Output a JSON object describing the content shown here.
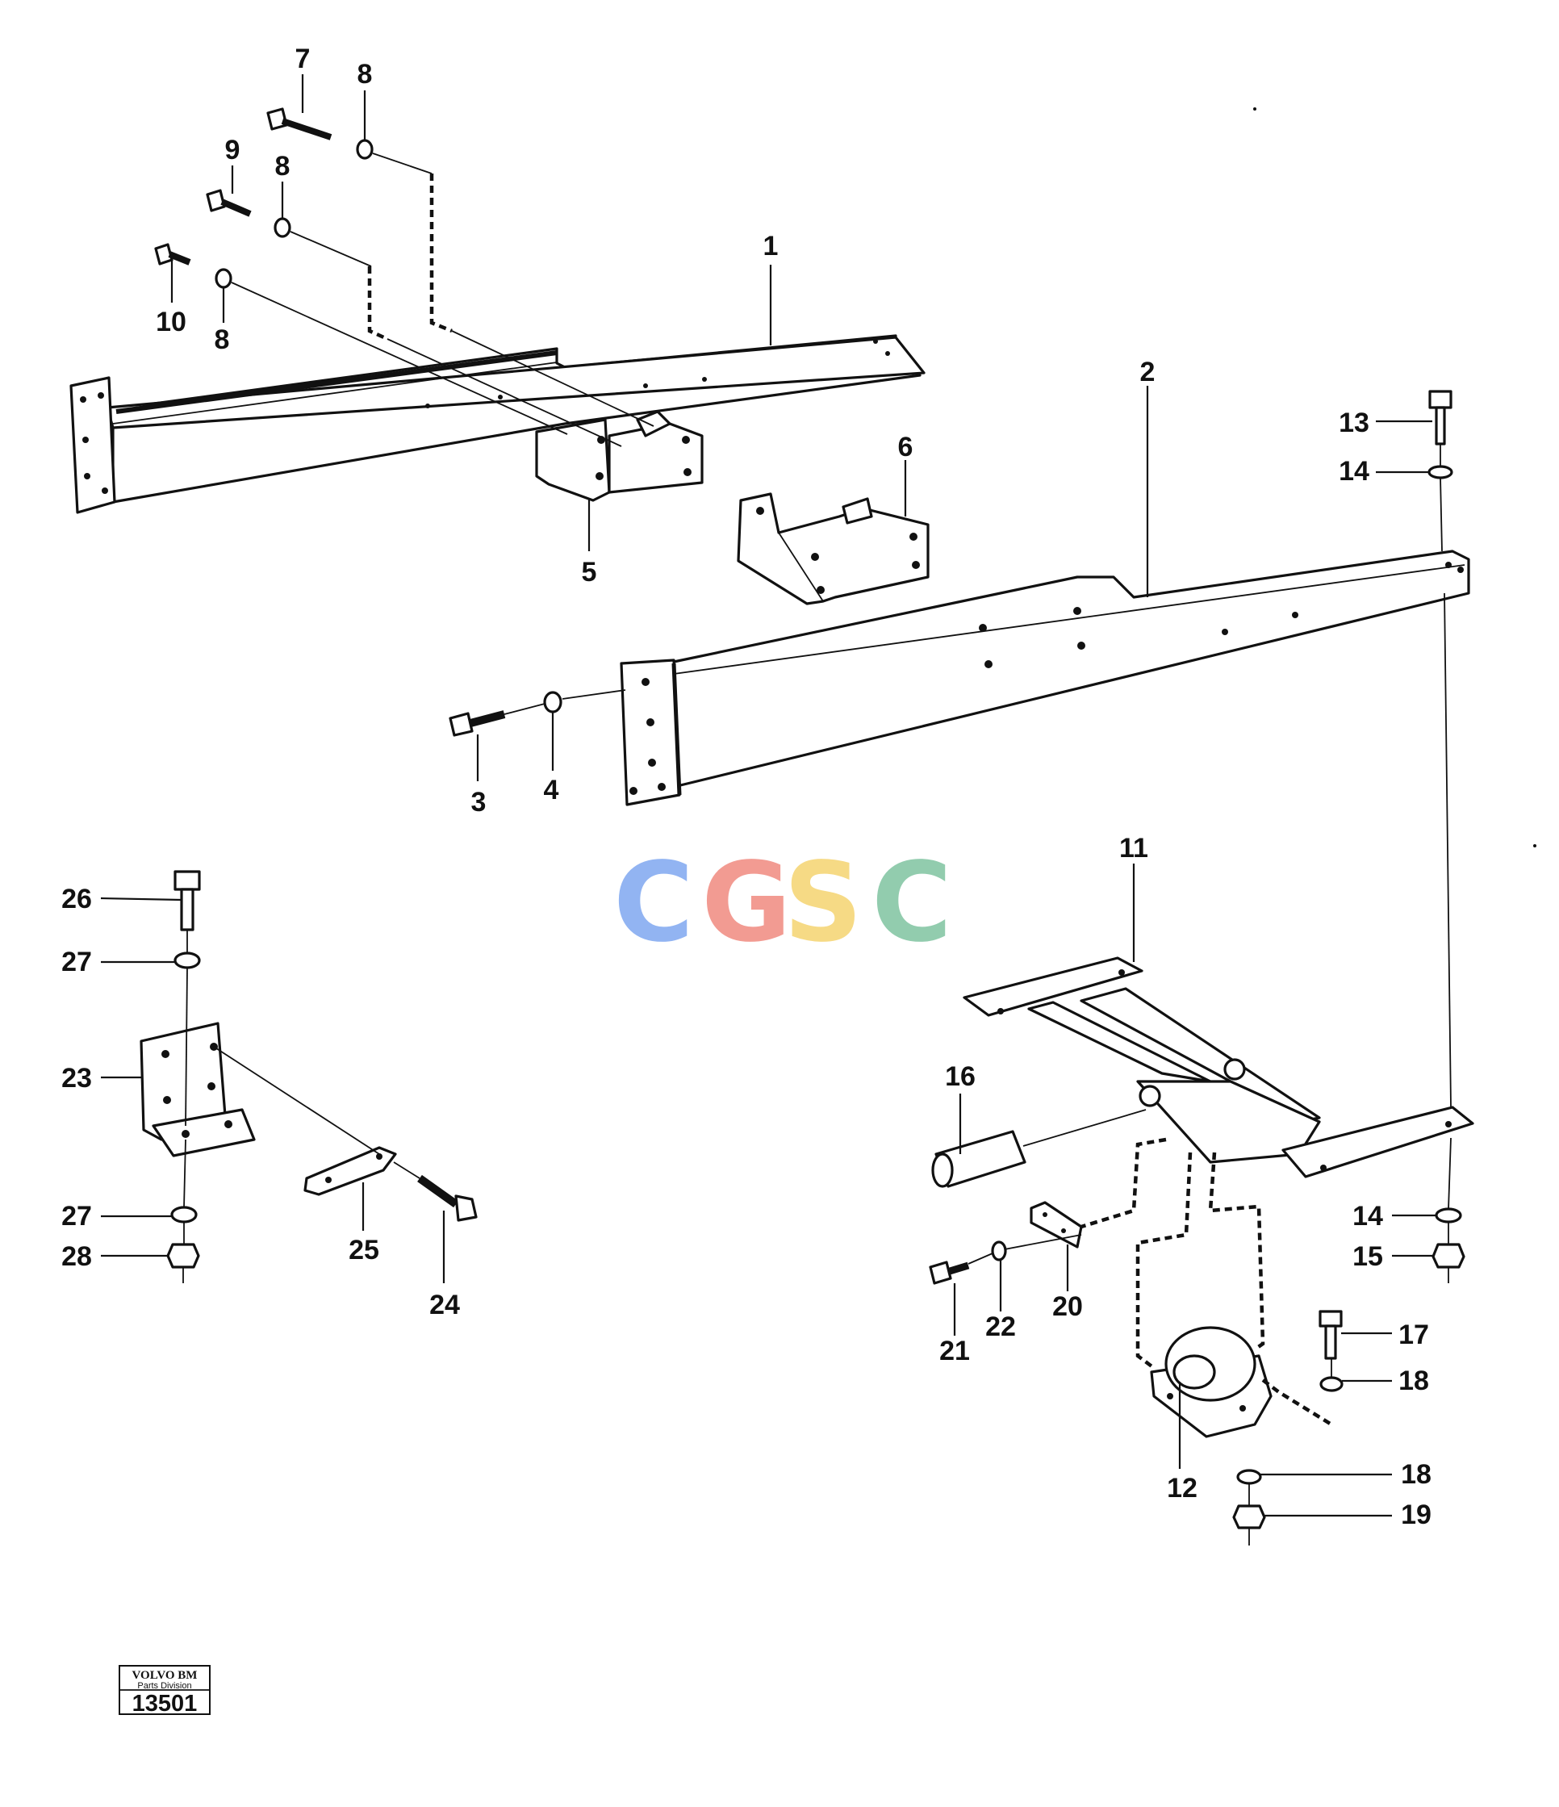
{
  "callouts": [
    {
      "id": "c7",
      "text": "7"
    },
    {
      "id": "c8a",
      "text": "8"
    },
    {
      "id": "c9",
      "text": "9"
    },
    {
      "id": "c8b",
      "text": "8"
    },
    {
      "id": "c10",
      "text": "10"
    },
    {
      "id": "c8c",
      "text": "8"
    },
    {
      "id": "c1",
      "text": "1"
    },
    {
      "id": "c2",
      "text": "2"
    },
    {
      "id": "c5",
      "text": "5"
    },
    {
      "id": "c6",
      "text": "6"
    },
    {
      "id": "c3",
      "text": "3"
    },
    {
      "id": "c4",
      "text": "4"
    },
    {
      "id": "c13",
      "text": "13"
    },
    {
      "id": "c14a",
      "text": "14"
    },
    {
      "id": "c11",
      "text": "11"
    },
    {
      "id": "c16",
      "text": "16"
    },
    {
      "id": "c14b",
      "text": "14"
    },
    {
      "id": "c15",
      "text": "15"
    },
    {
      "id": "c20",
      "text": "20"
    },
    {
      "id": "c21",
      "text": "21"
    },
    {
      "id": "c22",
      "text": "22"
    },
    {
      "id": "c17",
      "text": "17"
    },
    {
      "id": "c18a",
      "text": "18"
    },
    {
      "id": "c12",
      "text": "12"
    },
    {
      "id": "c18b",
      "text": "18"
    },
    {
      "id": "c19",
      "text": "19"
    },
    {
      "id": "c26",
      "text": "26"
    },
    {
      "id": "c27a",
      "text": "27"
    },
    {
      "id": "c23",
      "text": "23"
    },
    {
      "id": "c27b",
      "text": "27"
    },
    {
      "id": "c28",
      "text": "28"
    },
    {
      "id": "c25",
      "text": "25"
    },
    {
      "id": "c24",
      "text": "24"
    }
  ],
  "watermark": {
    "letters": [
      "C",
      "G",
      "S",
      "C"
    ],
    "colors": [
      "#7fa8f0",
      "#f08a80",
      "#f5d470",
      "#7fc4a0"
    ]
  },
  "stamp": {
    "brand": "VOLVO BM",
    "division": "Parts Division",
    "number": "13501"
  },
  "colors": {
    "ink": "#111111",
    "paper": "#ffffff"
  }
}
